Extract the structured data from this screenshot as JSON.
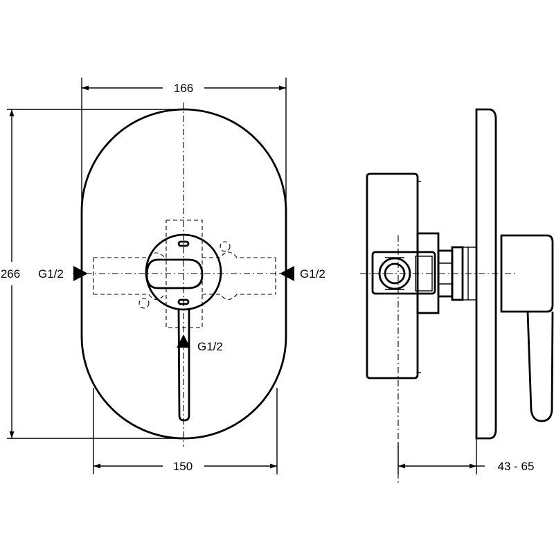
{
  "dimensions": {
    "top_width": "166",
    "height": "266",
    "bottom_width": "150",
    "depth_range": "43 - 65"
  },
  "connections": {
    "left": "G1/2",
    "right": "G1/2",
    "bottom": "G1/2"
  }
}
